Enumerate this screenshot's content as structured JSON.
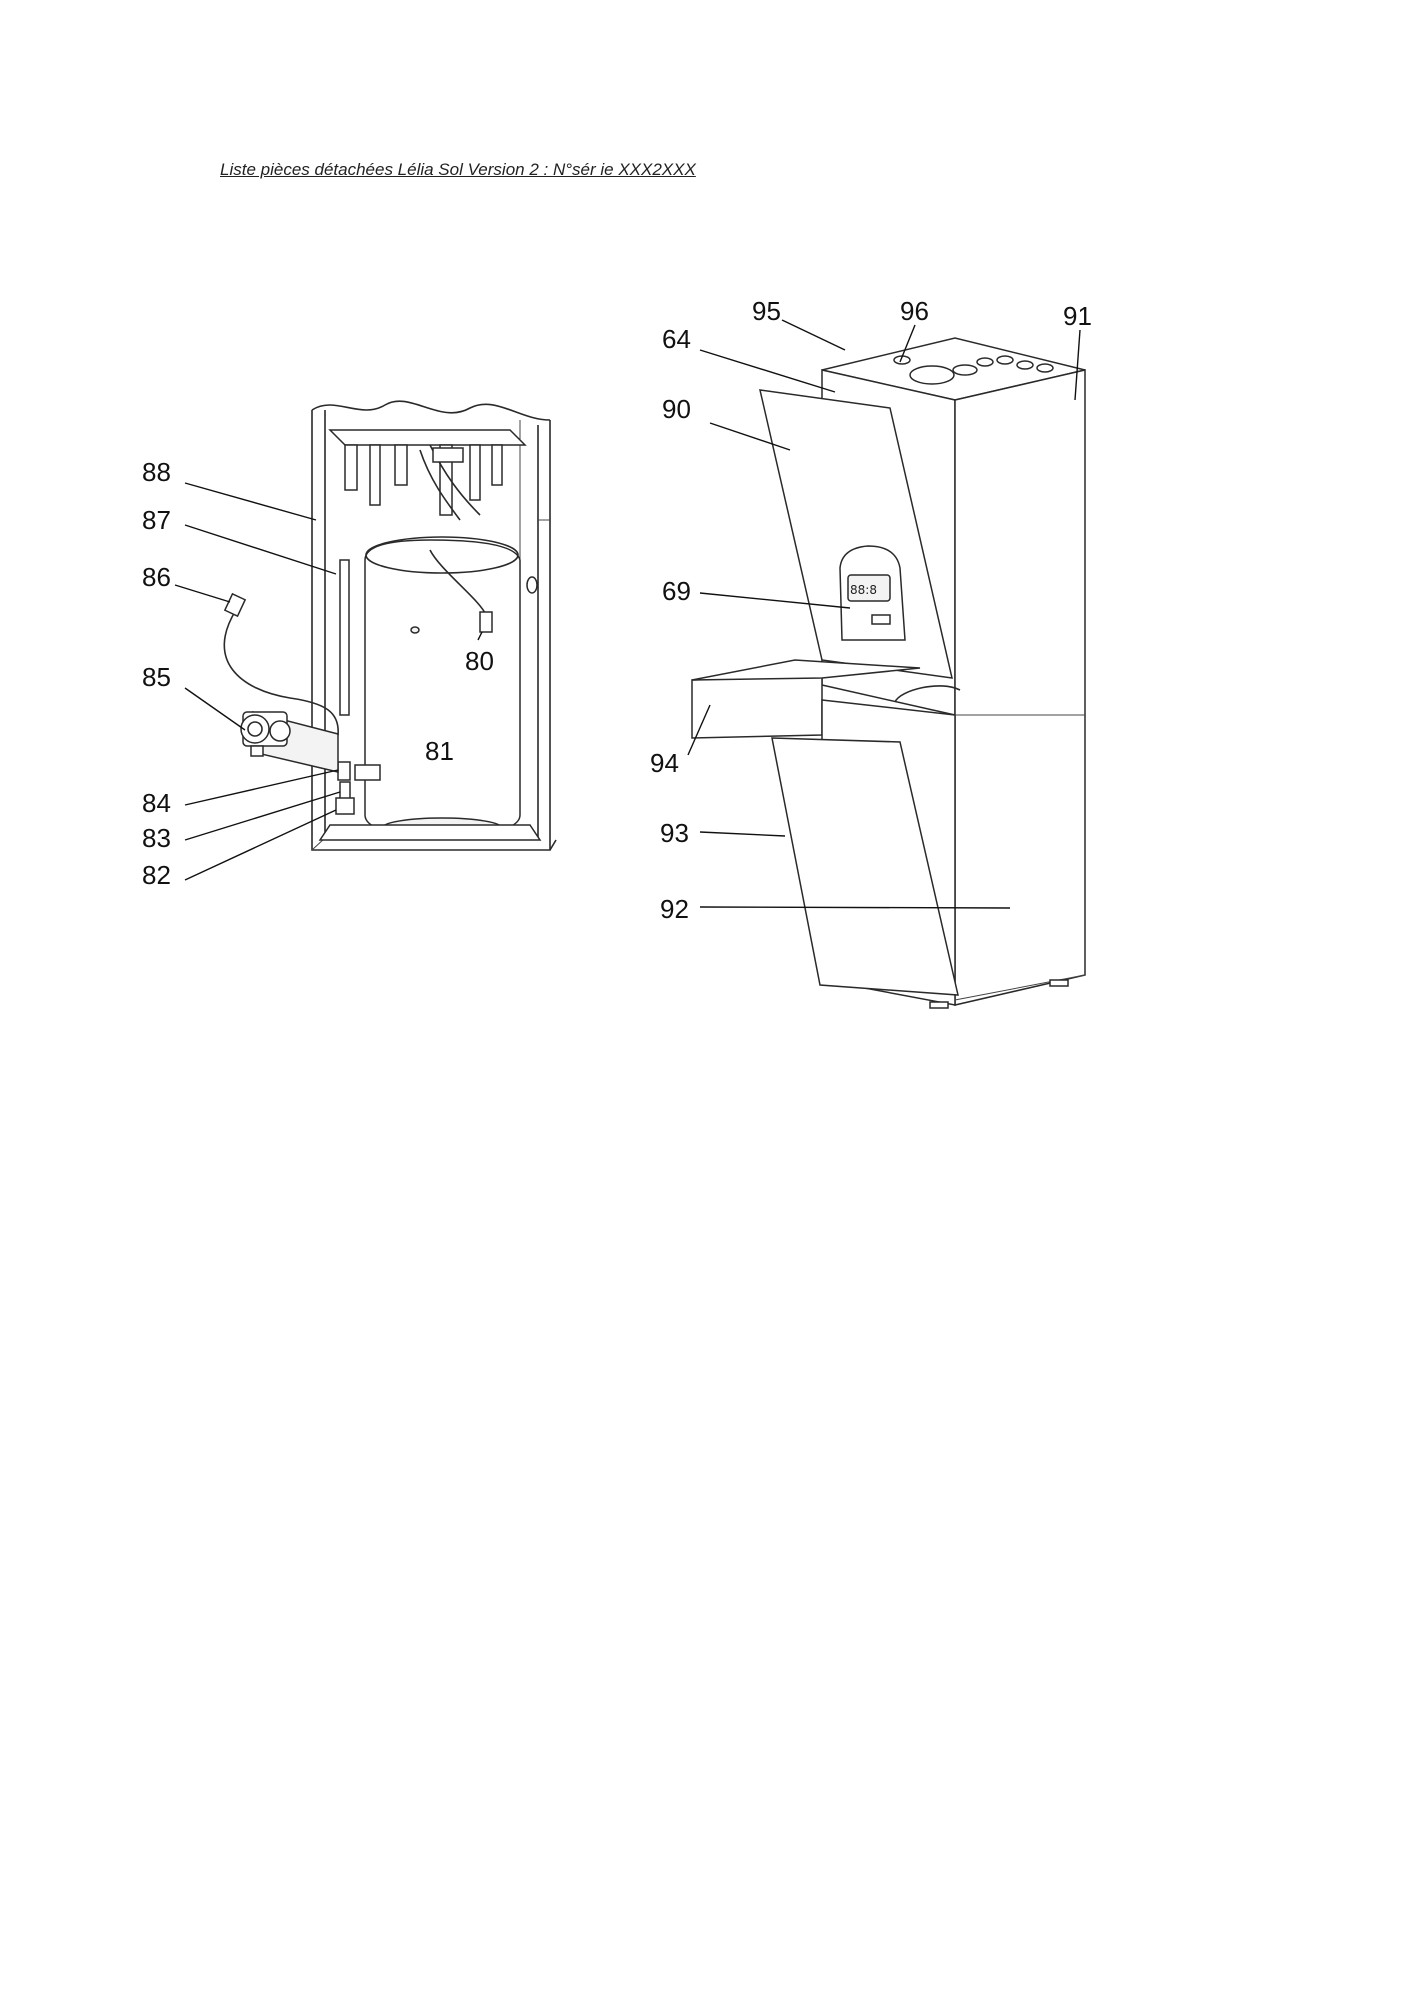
{
  "document": {
    "title": "Liste pièces détachées Lélia Sol Version 2 : N°sér ie XXX2XXX"
  },
  "left_view": {
    "labels": {
      "p88": "88",
      "p87": "87",
      "p86": "86",
      "p85": "85",
      "p84": "84",
      "p83": "83",
      "p82": "82",
      "p80": "80",
      "p81": "81"
    }
  },
  "right_view": {
    "labels": {
      "p95": "95",
      "p96": "96",
      "p91": "91",
      "p64": "64",
      "p90": "90",
      "p69": "69",
      "p94": "94",
      "p93": "93",
      "p92": "92"
    }
  },
  "colors": {
    "line": "#2a2a2a",
    "background": "#ffffff"
  }
}
